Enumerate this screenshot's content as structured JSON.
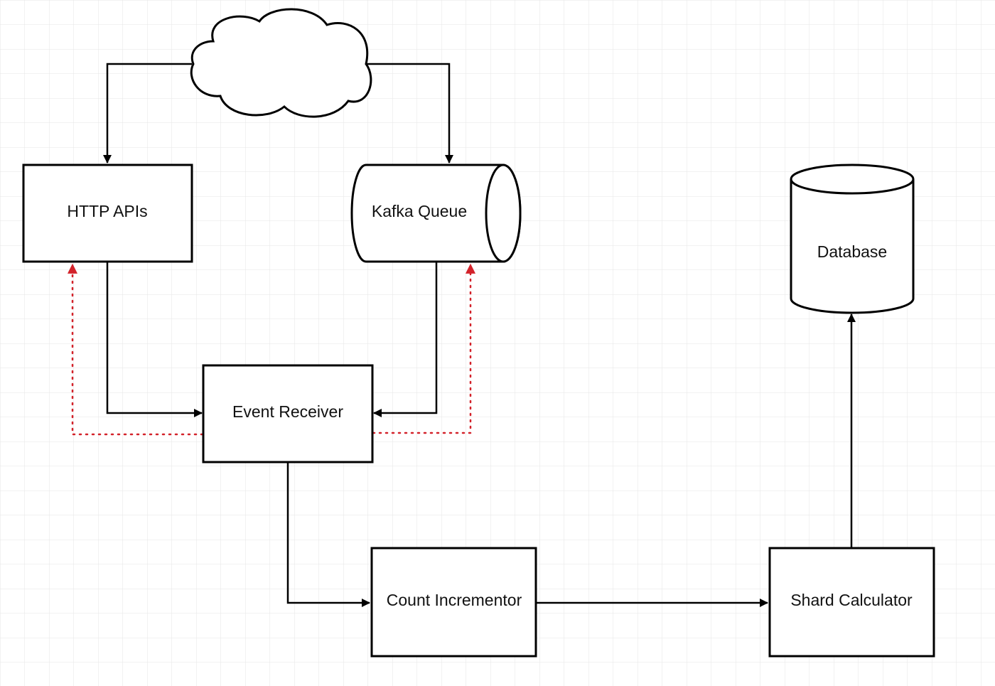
{
  "diagram": {
    "nodes": {
      "cloud": {
        "label": "",
        "shape": "cloud"
      },
      "http_apis": {
        "label": "HTTP APIs",
        "shape": "rectangle"
      },
      "kafka_queue": {
        "label": "Kafka Queue",
        "shape": "horizontal-cylinder"
      },
      "database": {
        "label": "Database",
        "shape": "cylinder"
      },
      "event_receiver": {
        "label": "Event Receiver",
        "shape": "rectangle"
      },
      "count_incrementor": {
        "label": "Count Incrementor",
        "shape": "rectangle"
      },
      "shard_calculator": {
        "label": "Shard Calculator",
        "shape": "rectangle"
      }
    },
    "edges": [
      {
        "from": "cloud",
        "to": "http_apis",
        "style": "solid"
      },
      {
        "from": "cloud",
        "to": "kafka_queue",
        "style": "solid"
      },
      {
        "from": "http_apis",
        "to": "event_receiver",
        "style": "solid"
      },
      {
        "from": "kafka_queue",
        "to": "event_receiver",
        "style": "solid"
      },
      {
        "from": "event_receiver",
        "to": "http_apis",
        "style": "dotted",
        "color": "#d3222a"
      },
      {
        "from": "event_receiver",
        "to": "kafka_queue",
        "style": "dotted",
        "color": "#d3222a"
      },
      {
        "from": "event_receiver",
        "to": "count_incrementor",
        "style": "solid"
      },
      {
        "from": "count_incrementor",
        "to": "shard_calculator",
        "style": "solid"
      },
      {
        "from": "shard_calculator",
        "to": "database",
        "style": "solid"
      }
    ],
    "colors": {
      "background": "#ffffff",
      "grid": "#e6e6e6",
      "stroke": "#000000",
      "dotted_arrow": "#d3222a"
    }
  }
}
